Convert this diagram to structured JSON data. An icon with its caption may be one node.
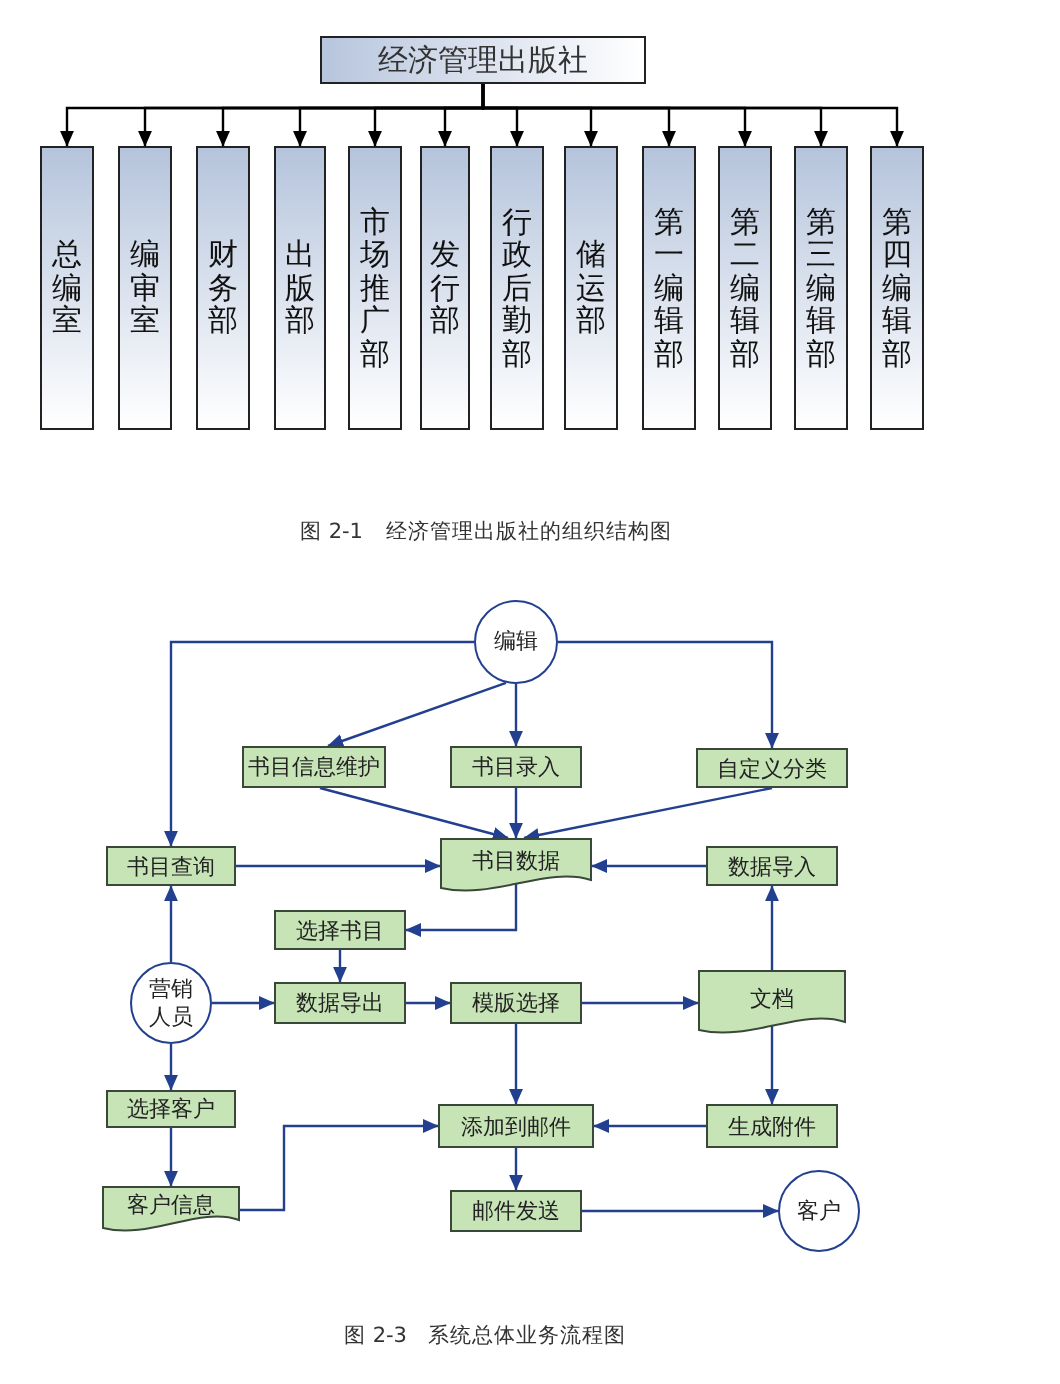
{
  "diagram": {
    "nodes": [
      {
        "text": [
          "经济管理出版社"
        ]
      },
      {
        "text": [
          "总编室"
        ]
      },
      {
        "text": [
          "编审室"
        ]
      },
      {
        "text": [
          "财务部"
        ]
      },
      {
        "text": [
          "出版部"
        ]
      },
      {
        "text": [
          "市场推广部"
        ]
      },
      {
        "text": [
          "发行部"
        ]
      },
      {
        "text": [
          "行政后勤部"
        ]
      },
      {
        "text": [
          "储运部"
        ]
      },
      {
        "text": [
          "第一编辑部"
        ]
      },
      {
        "text": [
          "第二编辑部"
        ]
      },
      {
        "text": [
          "第三编辑部"
        ]
      },
      {
        "text": [
          "第四编辑部"
        ]
      },
      {
        "text": [
          "编辑"
        ]
      },
      {
        "text": [
          "书目信息维护"
        ]
      },
      {
        "text": [
          "书目录入"
        ]
      },
      {
        "text": [
          "自定义分类"
        ]
      },
      {
        "text": [
          "书目查询"
        ]
      },
      {
        "text": [
          "书目数据"
        ]
      },
      {
        "text": [
          "数据导入"
        ]
      },
      {
        "text": [
          "选择书目"
        ]
      },
      {
        "text": [
          "营销人员"
        ]
      },
      {
        "text": [
          "数据导出"
        ]
      },
      {
        "text": [
          "模版选择"
        ]
      },
      {
        "text": [
          "文档"
        ]
      },
      {
        "text": [
          "选择客户"
        ]
      },
      {
        "text": [
          "添加到邮件"
        ]
      },
      {
        "text": [
          "生成附件"
        ]
      },
      {
        "text": [
          "客户信息"
        ]
      },
      {
        "text": [
          "邮件发送"
        ]
      },
      {
        "text": [
          "客户"
        ]
      }
    ],
    "edges": [
      {
        "from": 0,
        "to": 1,
        "arrow": "to",
        "color": "#000000"
      },
      {
        "from": 0,
        "to": 2,
        "arrow": "to",
        "color": "#000000"
      },
      {
        "from": 0,
        "to": 3,
        "arrow": "to",
        "color": "#000000"
      },
      {
        "from": 0,
        "to": 4,
        "arrow": "to",
        "color": "#000000"
      },
      {
        "from": 0,
        "to": 5,
        "arrow": "to",
        "color": "#000000"
      },
      {
        "from": 0,
        "to": 6,
        "arrow": "to",
        "color": "#000000"
      },
      {
        "from": 0,
        "to": 7,
        "arrow": "to",
        "color": "#000000"
      },
      {
        "from": 0,
        "to": 8,
        "arrow": "to",
        "color": "#000000"
      },
      {
        "from": 0,
        "to": 9,
        "arrow": "to",
        "color": "#000000"
      },
      {
        "from": 0,
        "to": 10,
        "arrow": "to",
        "color": "#000000"
      },
      {
        "from": 0,
        "to": 11,
        "arrow": "to",
        "color": "#000000"
      },
      {
        "from": 0,
        "to": 12,
        "arrow": "to",
        "color": "#000000"
      },
      {
        "from": 13,
        "to": 17,
        "arrow": "to"
      },
      {
        "from": 13,
        "to": 14,
        "arrow": "to"
      },
      {
        "from": 13,
        "to": 15,
        "arrow": "to"
      },
      {
        "from": 13,
        "to": 16,
        "arrow": "to"
      },
      {
        "from": 14,
        "to": 18,
        "arrow": "to"
      },
      {
        "from": 15,
        "to": 18,
        "arrow": "to"
      },
      {
        "from": 16,
        "to": 18,
        "arrow": "to"
      },
      {
        "from": 17,
        "to": 18,
        "arrow": "to"
      },
      {
        "from": 19,
        "to": 18,
        "arrow": "to"
      },
      {
        "from": 18,
        "to": 20,
        "arrow": "to"
      },
      {
        "from": 20,
        "to": 22,
        "arrow": "to"
      },
      {
        "from": 21,
        "to": 17,
        "arrow": "to"
      },
      {
        "from": 21,
        "to": 22,
        "arrow": "to"
      },
      {
        "from": 21,
        "to": 25,
        "arrow": "to"
      },
      {
        "from": 22,
        "to": 23,
        "arrow": "to"
      },
      {
        "from": 23,
        "to": 24,
        "arrow": "to"
      },
      {
        "from": 23,
        "to": 26,
        "arrow": "to"
      },
      {
        "from": 24,
        "to": 19,
        "arrow": "to"
      },
      {
        "from": 24,
        "to": 27,
        "arrow": "to"
      },
      {
        "from": 27,
        "to": 26,
        "arrow": "to"
      },
      {
        "from": 25,
        "to": 28,
        "arrow": "to"
      },
      {
        "from": 28,
        "to": 26,
        "arrow": "to"
      },
      {
        "from": 26,
        "to": 29,
        "arrow": "to"
      },
      {
        "from": 29,
        "to": 30,
        "arrow": "to"
      }
    ],
    "labels": [
      "图 2-1",
      "经济管理出版社的组织结构图",
      "图 2-3",
      "系统总体业务流程图"
    ]
  }
}
